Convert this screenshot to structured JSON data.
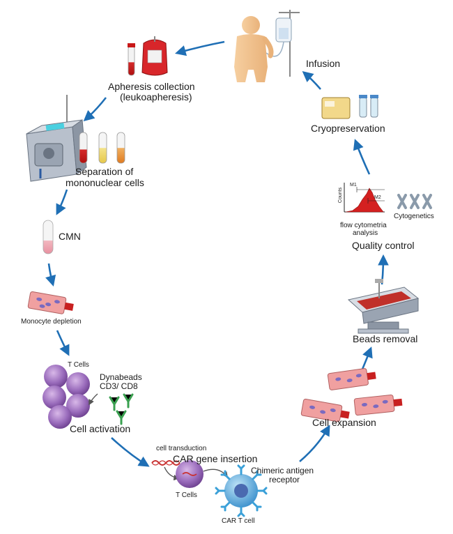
{
  "labels": {
    "apheresis": "Apheresis collection",
    "leukoapheresis": "(leukoapheresis)",
    "infusion": "Infusion",
    "separation1": "Separation of",
    "separation2": "mononuclear cells",
    "cryo": "Cryopreservation",
    "cmn": "CMN",
    "counts": "Counts",
    "m1": "M1",
    "m2": "M2",
    "flow1": "flow cytometria",
    "flow2": "analysis",
    "cytogenetics": "Cytogenetics",
    "quality": "Quality control",
    "monocyte": "Monocyte depletion",
    "beads": "Beads removal",
    "tcells_top": "T Cells",
    "dynabeads1": "Dynabeads",
    "dynabeads2": "CD3/ CD8",
    "activation": "Cell activation",
    "expansion": "Cell expansion",
    "transduction": "cell transduction",
    "car_insertion": "CAR gene insertion",
    "chimeric1": "Chimeric antigen",
    "chimeric2": "receptor",
    "tcells_bottom": "T Cells",
    "car_t": "CAR T cell"
  },
  "colors": {
    "arrow": "#1f6fb5",
    "blood": "#c8202a",
    "cell": "#8a5aa8",
    "flask": "#e58a8a",
    "carcell": "#3aa0d8"
  }
}
